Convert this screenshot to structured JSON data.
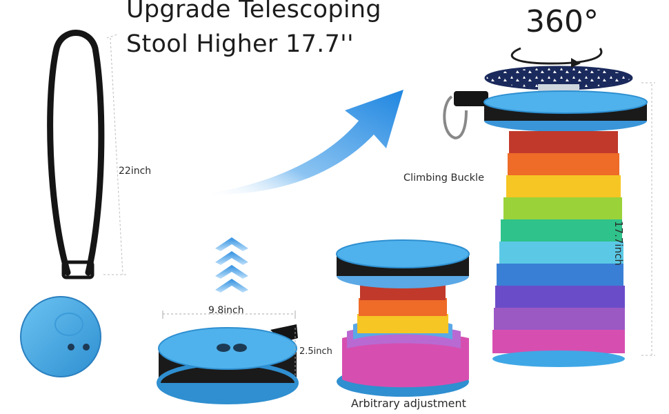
{
  "headline": {
    "line1": "Upgrade Telescoping",
    "line2": "Stool Higher 17.7''"
  },
  "labels": {
    "strap_length": "22inch",
    "diameter": "9.8inch",
    "folded_height": "2.5inch",
    "climbing_buckle": "Climbing Buckle",
    "arbitrary_adjustment": "Arbitrary adjustment",
    "extended_height": "17.7inch",
    "rotation": "360°"
  },
  "colors": {
    "stool_blue": "#3fa7e6",
    "arrow_blue": "#2d8fe0",
    "strap_black": "#1a1a1a",
    "ring_colors": [
      "#c0392b",
      "#ee6b28",
      "#f6c624",
      "#9ad23a",
      "#2fc28a",
      "#5bc9e6",
      "#3a7fd6",
      "#6b4cc8",
      "#9b59c4",
      "#d64fb0",
      "#ee5fa0"
    ]
  },
  "icons": [
    "up-chevrons-icon",
    "curved-arrow-icon",
    "rotate-arrow-icon",
    "carabiner-icon"
  ]
}
